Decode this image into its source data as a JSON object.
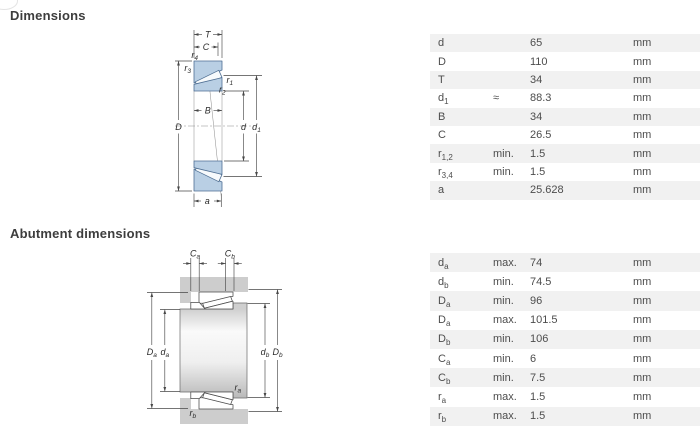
{
  "page": {
    "background": "#ffffff"
  },
  "headers": {
    "dimensions": "Dimensions",
    "abutment": "Abutment dimensions"
  },
  "diagram1": {
    "colors": {
      "ring_fill": "#b9cfe4",
      "ring_stroke": "#4f6f93"
    },
    "labels": {
      "T": {
        "base": "T"
      },
      "C": {
        "base": "C"
      },
      "r4": {
        "base": "r",
        "sub": "4"
      },
      "r3": {
        "base": "r",
        "sub": "3"
      },
      "r1": {
        "base": "r",
        "sub": "1"
      },
      "r2": {
        "base": "r",
        "sub": "2"
      },
      "B": {
        "base": "B"
      },
      "D": {
        "base": "D"
      },
      "d": {
        "base": "d"
      },
      "d1": {
        "base": "d",
        "sub": "1"
      },
      "a": {
        "base": "a"
      }
    }
  },
  "diagram2": {
    "colors": {
      "housing": "#cdcdcd"
    },
    "labels": {
      "Ca": {
        "base": "C",
        "sub": "a"
      },
      "Cb": {
        "base": "C",
        "sub": "b"
      },
      "Da": {
        "base": "D",
        "sub": "a"
      },
      "da": {
        "base": "d",
        "sub": "a"
      },
      "db": {
        "base": "d",
        "sub": "b"
      },
      "Db": {
        "base": "D",
        "sub": "b"
      },
      "ra": {
        "base": "r",
        "sub": "a"
      },
      "rb": {
        "base": "r",
        "sub": "b"
      }
    }
  },
  "tables": {
    "dimensions": {
      "rows": [
        {
          "base": "d",
          "sub": "",
          "qual": "",
          "value": "65",
          "unit": "mm"
        },
        {
          "base": "D",
          "sub": "",
          "qual": "",
          "value": "110",
          "unit": "mm"
        },
        {
          "base": "T",
          "sub": "",
          "qual": "",
          "value": "34",
          "unit": "mm"
        },
        {
          "base": "d",
          "sub": "1",
          "qual": "≈",
          "value": "88.3",
          "unit": "mm"
        },
        {
          "base": "B",
          "sub": "",
          "qual": "",
          "value": "34",
          "unit": "mm"
        },
        {
          "base": "C",
          "sub": "",
          "qual": "",
          "value": "26.5",
          "unit": "mm"
        },
        {
          "base": "r",
          "sub": "1,2",
          "qual": "min.",
          "value": "1.5",
          "unit": "mm"
        },
        {
          "base": "r",
          "sub": "3,4",
          "qual": "min.",
          "value": "1.5",
          "unit": "mm"
        },
        {
          "base": "a",
          "sub": "",
          "qual": "",
          "value": "25.628",
          "unit": "mm"
        }
      ]
    },
    "abutment": {
      "rows": [
        {
          "base": "d",
          "sub": "a",
          "qual": "max.",
          "value": "74",
          "unit": "mm"
        },
        {
          "base": "d",
          "sub": "b",
          "qual": "min.",
          "value": "74.5",
          "unit": "mm"
        },
        {
          "base": "D",
          "sub": "a",
          "qual": "min.",
          "value": "96",
          "unit": "mm"
        },
        {
          "base": "D",
          "sub": "a",
          "qual": "max.",
          "value": "101.5",
          "unit": "mm"
        },
        {
          "base": "D",
          "sub": "b",
          "qual": "min.",
          "value": "106",
          "unit": "mm"
        },
        {
          "base": "C",
          "sub": "a",
          "qual": "min.",
          "value": "6",
          "unit": "mm"
        },
        {
          "base": "C",
          "sub": "b",
          "qual": "min.",
          "value": "7.5",
          "unit": "mm"
        },
        {
          "base": "r",
          "sub": "a",
          "qual": "max.",
          "value": "1.5",
          "unit": "mm"
        },
        {
          "base": "r",
          "sub": "b",
          "qual": "max.",
          "value": "1.5",
          "unit": "mm"
        }
      ]
    }
  }
}
